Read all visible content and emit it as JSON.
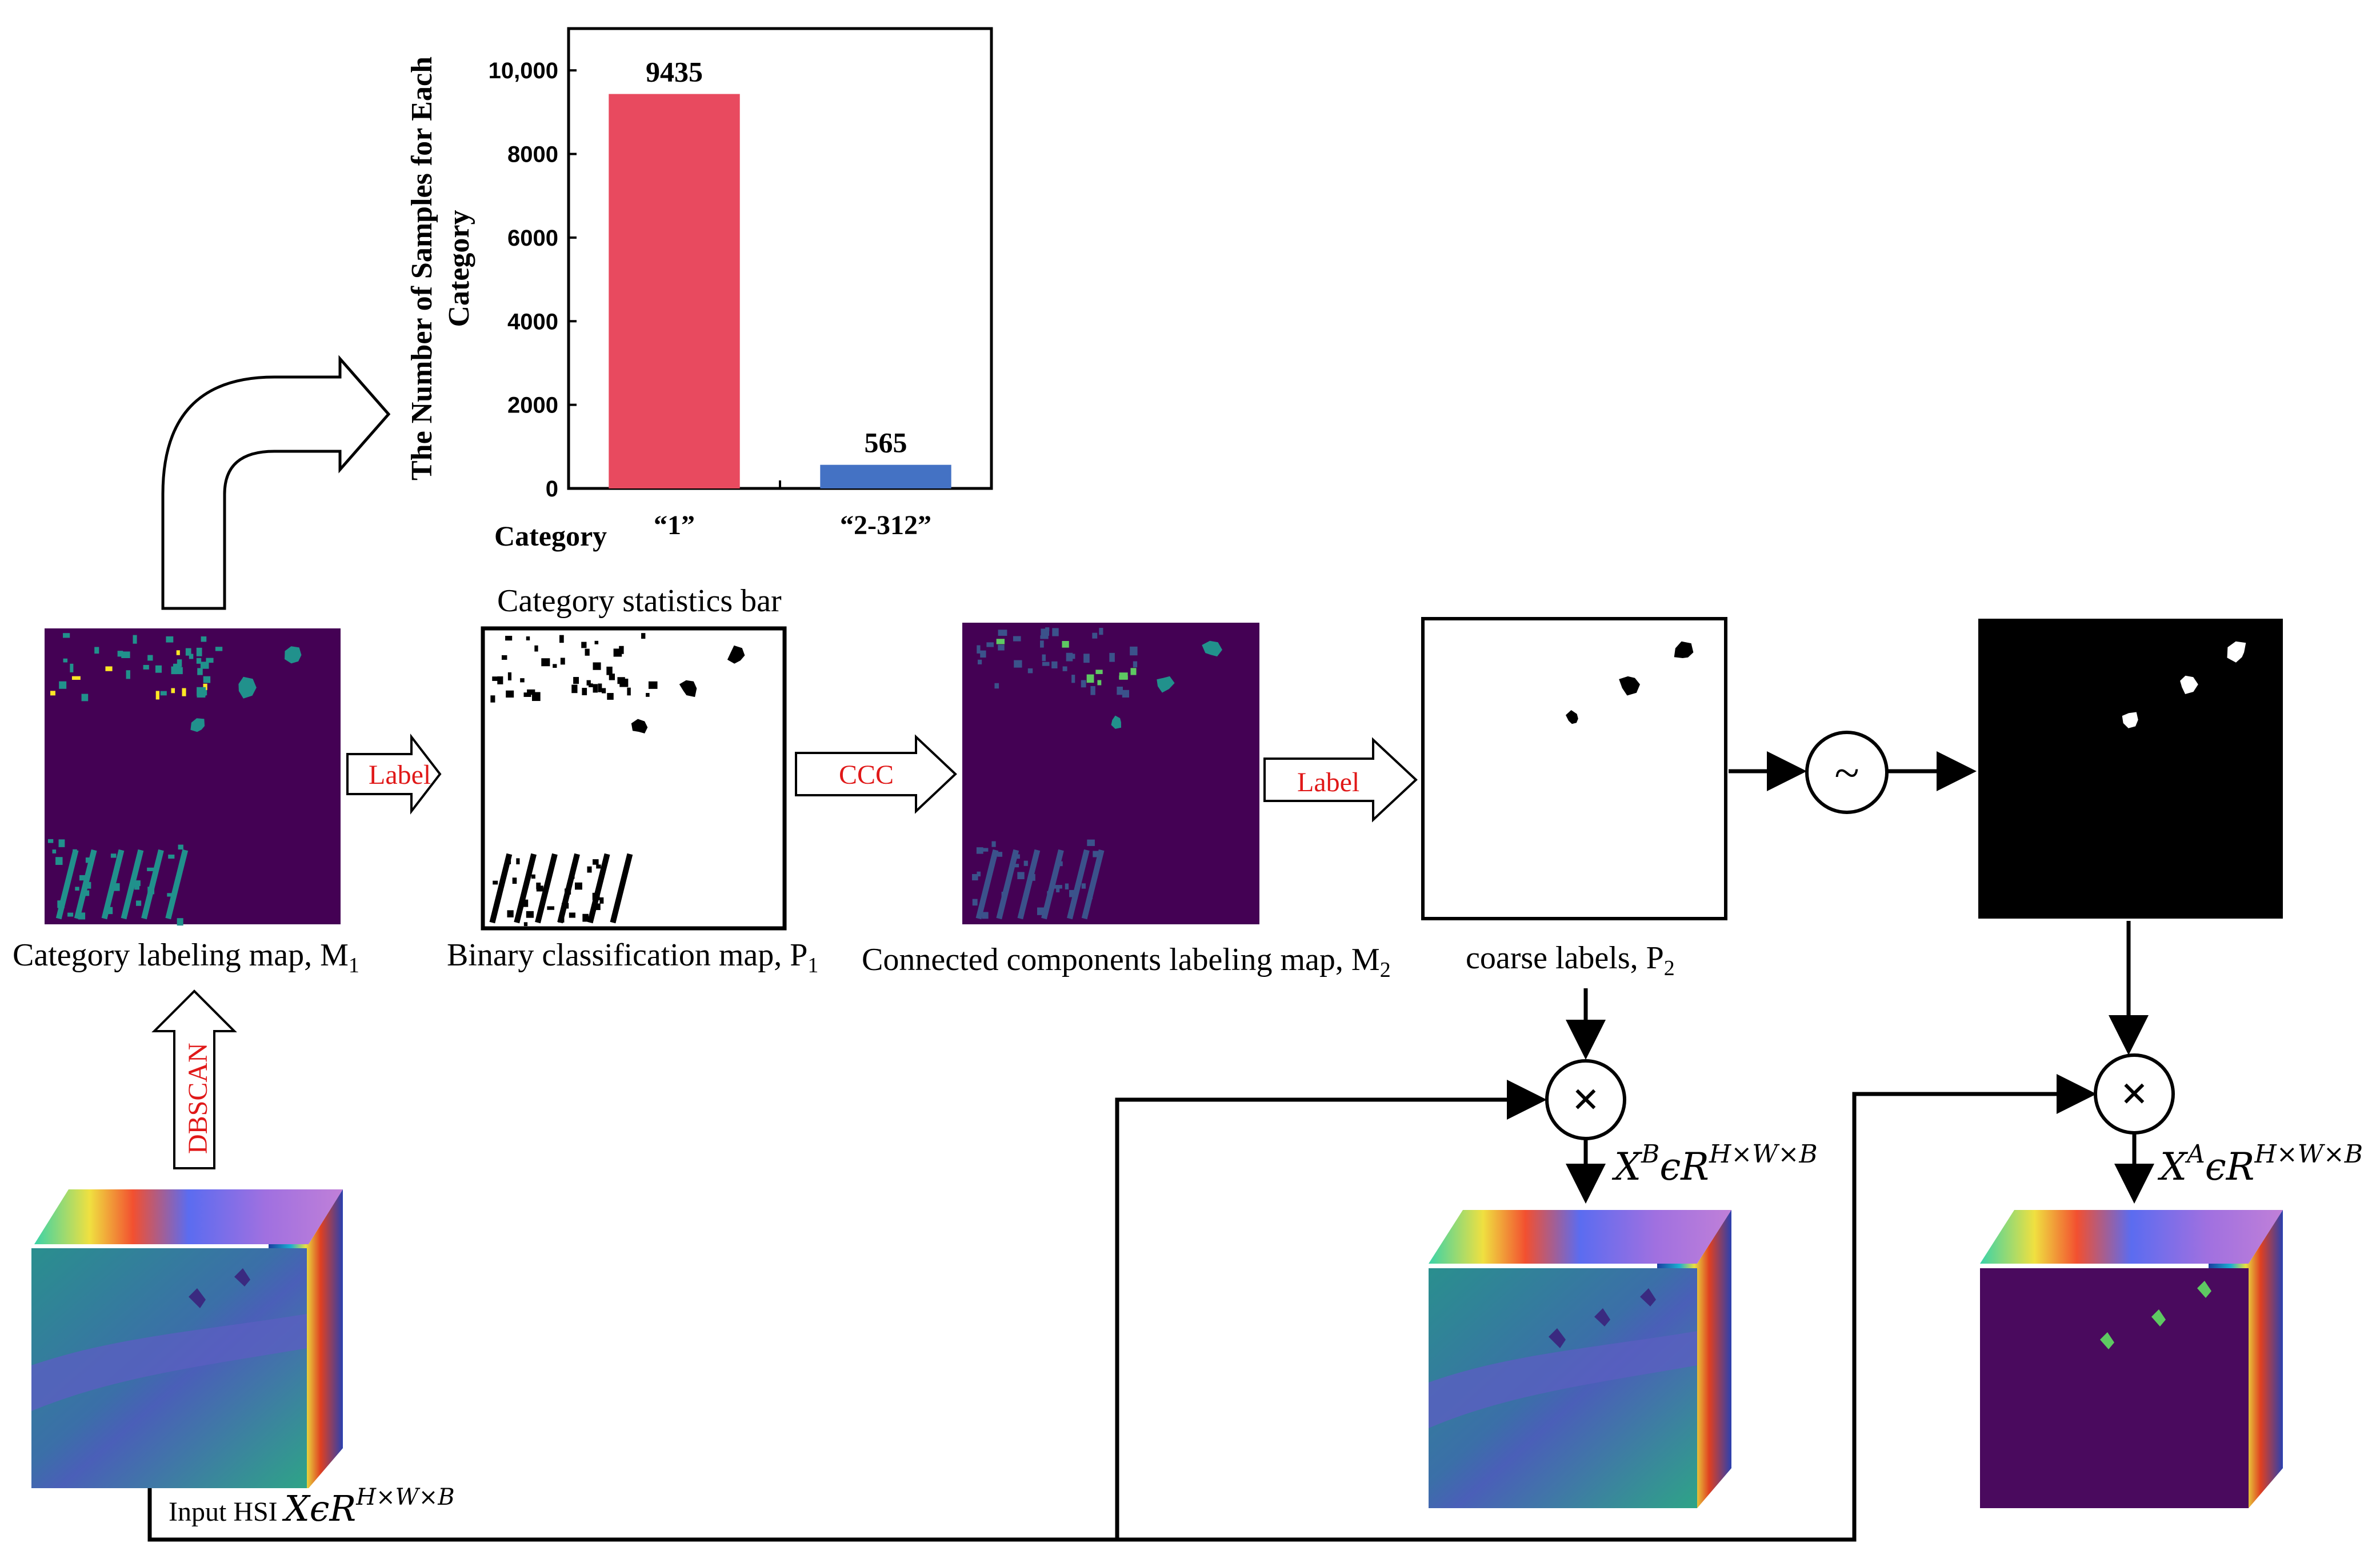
{
  "chart_data": {
    "type": "bar",
    "categories": [
      "“1”",
      "“2-312”"
    ],
    "values": [
      9435,
      565
    ],
    "colors": [
      "#e84a5f",
      "#4472c4"
    ],
    "ylabel": "The Number of Samples for Each Category",
    "xlabel": "Category",
    "ylim": [
      0,
      11000
    ],
    "yticks": [
      0,
      2000,
      4000,
      6000,
      8000,
      10000
    ],
    "ytick_labels": [
      "0",
      "2000",
      "4000",
      "6000",
      "8000",
      "10,000"
    ],
    "data_labels": [
      "9435",
      "565"
    ],
    "legend": "none",
    "grid": false
  },
  "captions": {
    "chart_caption": "Category statistics bar",
    "m1": "Category labeling map, M",
    "m1_sub": "1",
    "p1": "Binary classification map, P",
    "p1_sub": "1",
    "m2": "Connected components labeling map, M",
    "m2_sub": "2",
    "p2": "coarse labels, P",
    "p2_sub": "2",
    "input_prefix": "Input HSI ",
    "input_var": "XϵR",
    "input_sup": "H×W×B",
    "xb_var": "X",
    "xb_letter": "B",
    "xb_rest": "ϵR",
    "xb_sup": "H×W×B",
    "xa_var": "X",
    "xa_letter": "A",
    "xa_rest": "ϵR",
    "xa_sup": "H×W×B"
  },
  "arrow_labels": {
    "label1": "Label",
    "ccc": "CCC",
    "label2": "Label",
    "dbscan": "DBSCAN"
  },
  "operators": {
    "not": "~",
    "mul1": "×",
    "mul2": "×"
  },
  "colors": {
    "map_background": "#440154",
    "highlight_green": "#5ec962",
    "highlight_teal": "#21918c",
    "highlight_yellow": "#fde725",
    "red_text": "#e01818"
  }
}
